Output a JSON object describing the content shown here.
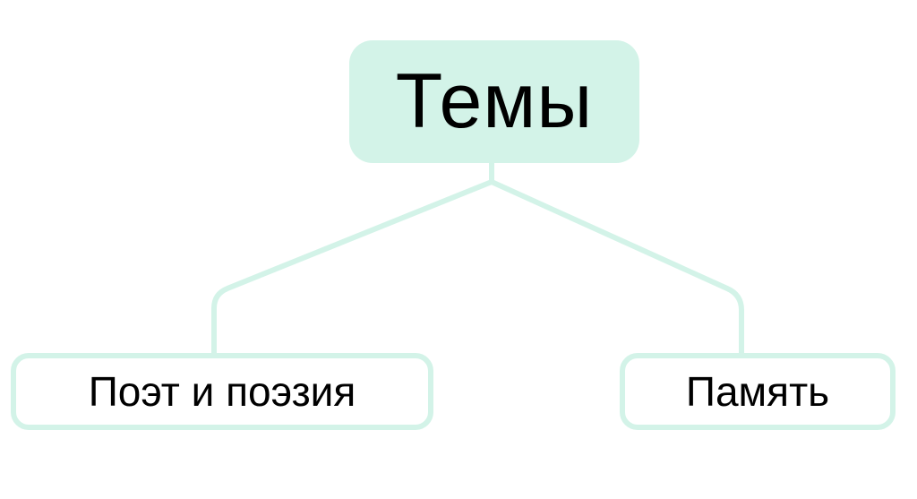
{
  "diagram": {
    "root": {
      "label": "Темы"
    },
    "children": [
      {
        "label": "Поэт и поэзия"
      },
      {
        "label": "Память"
      }
    ]
  },
  "colors": {
    "node_fill": "#d3f3e8",
    "connector": "#d3f3e8",
    "text": "#000000",
    "background": "#ffffff"
  }
}
